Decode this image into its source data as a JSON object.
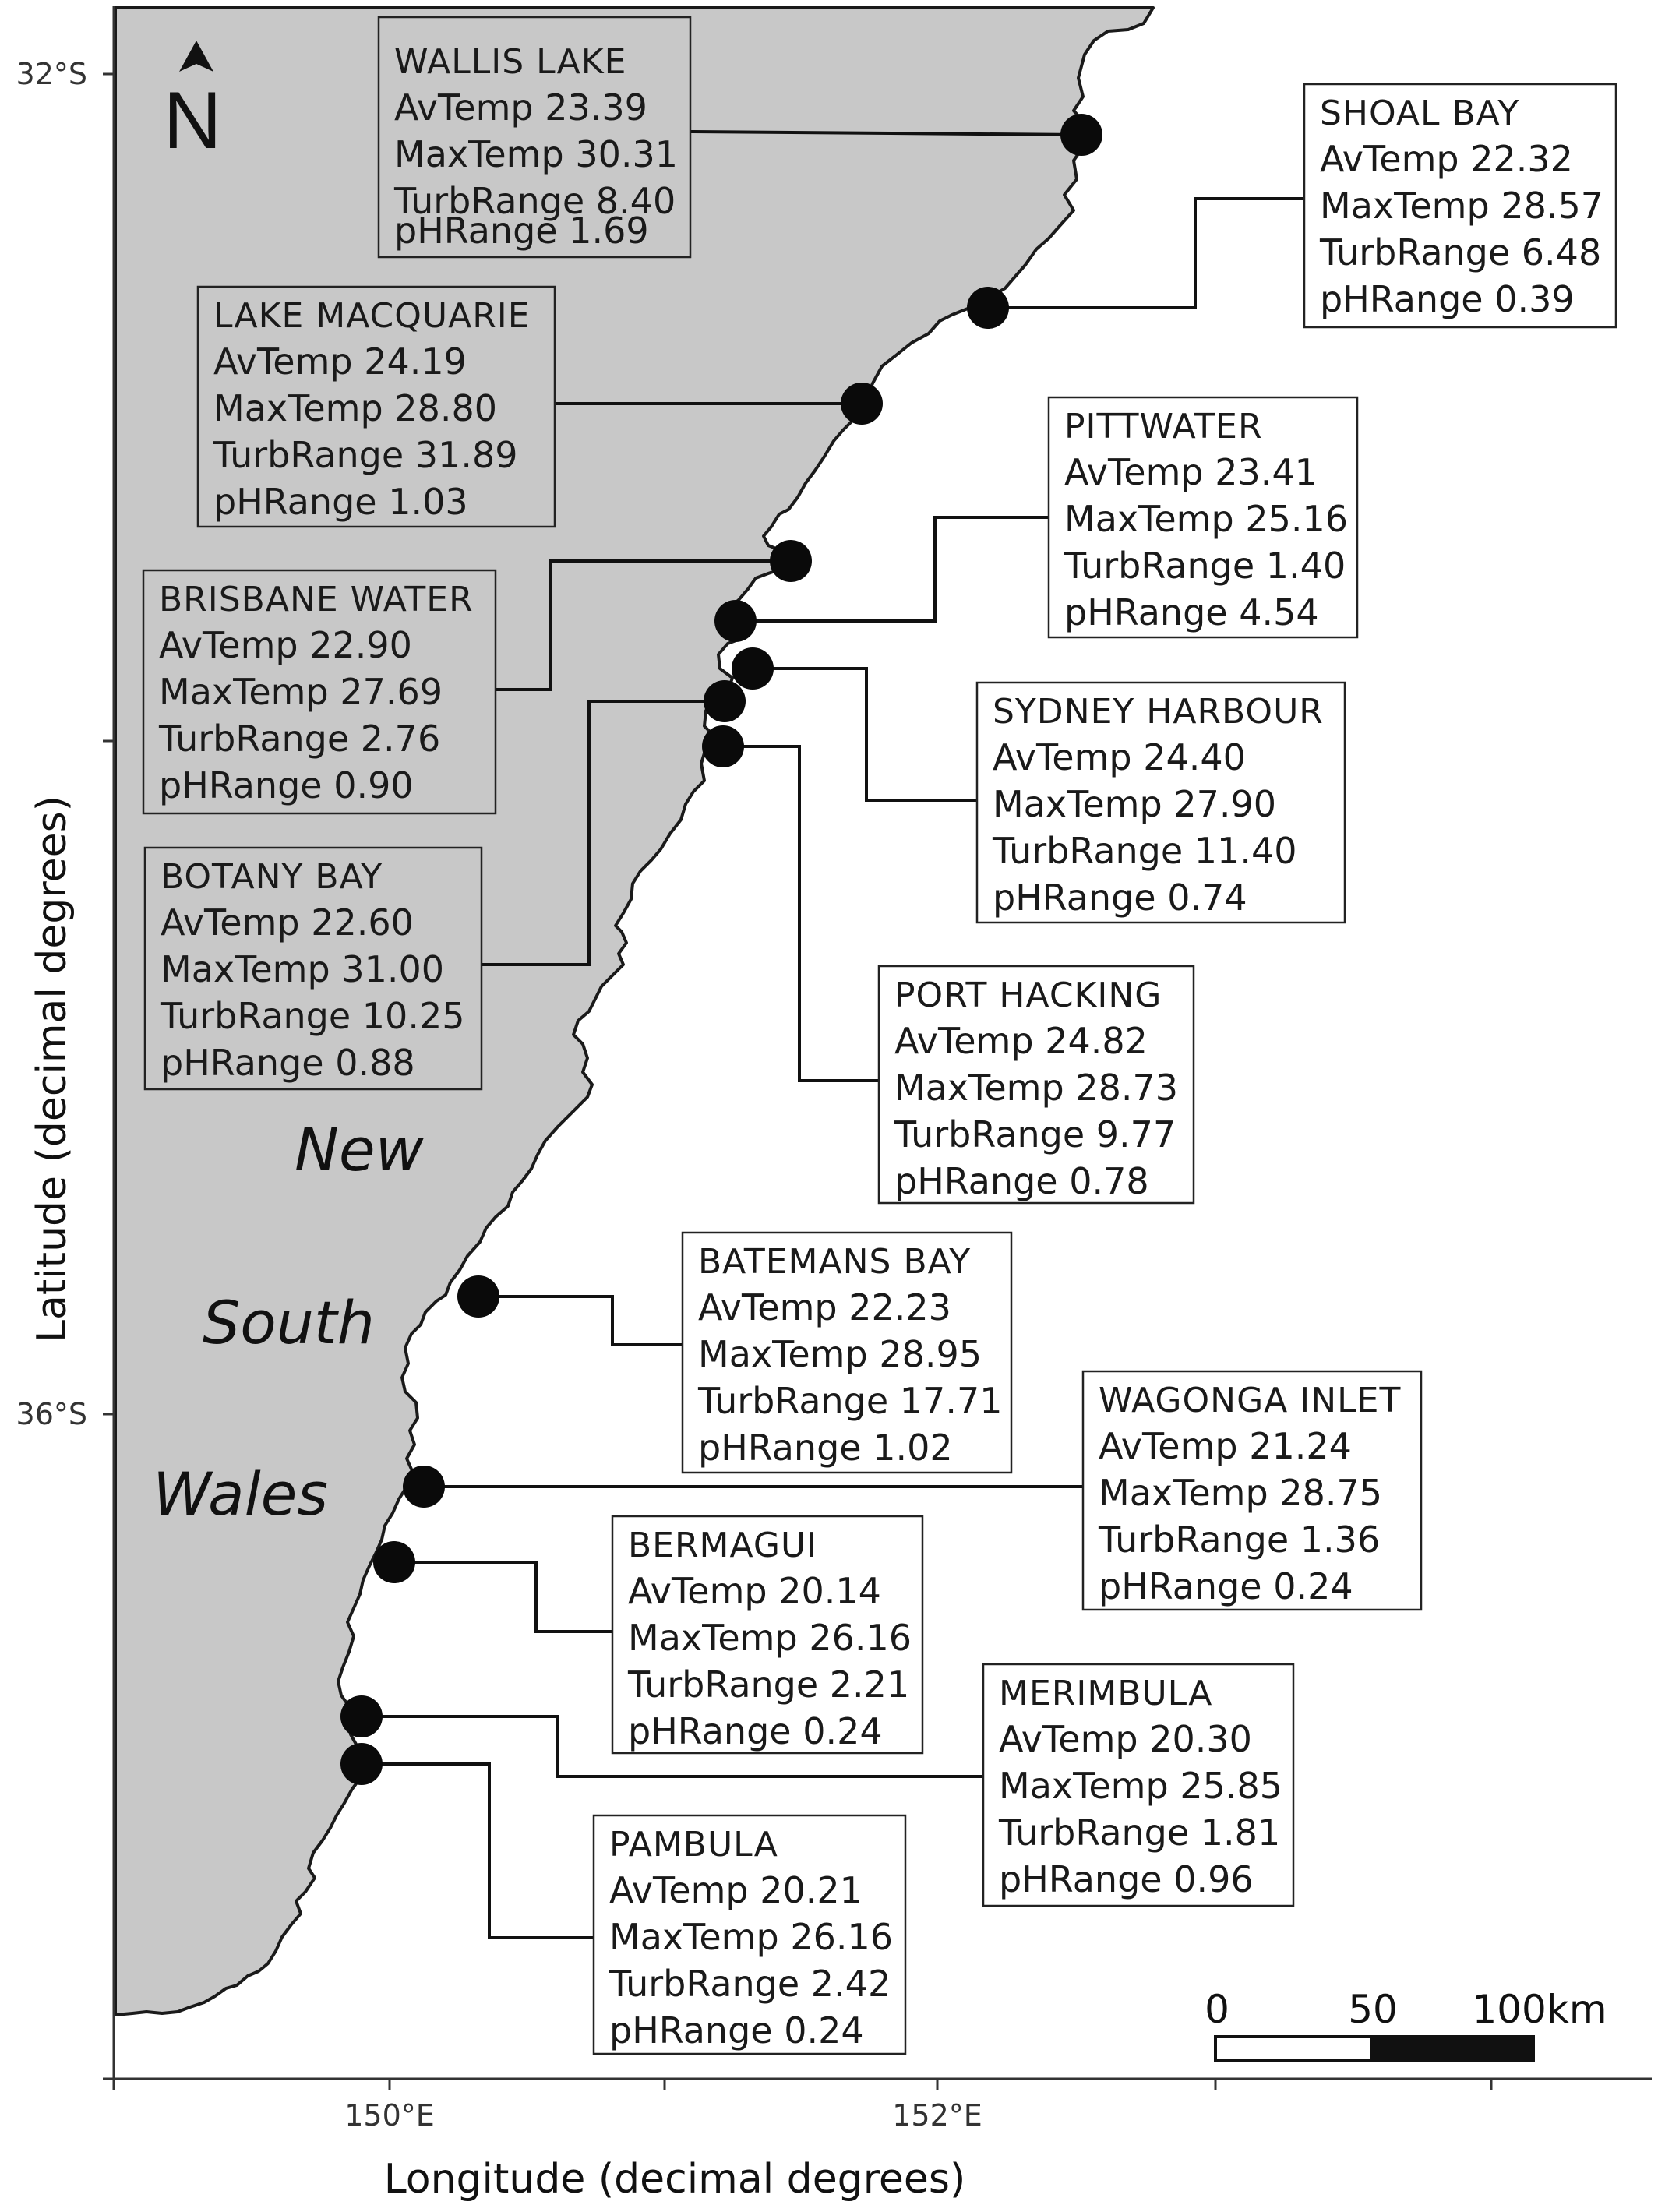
{
  "map": {
    "region_words": [
      "New",
      "South",
      "Wales"
    ],
    "north_arrow_label": "N",
    "x_axis_title": "Longitude (decimal degrees)",
    "y_axis_title": "Latitude (decimal degrees)",
    "x_ticks": [
      "150°E",
      "152°E"
    ],
    "y_ticks": [
      "32°S",
      "36°S"
    ],
    "scale_bar": {
      "labels": [
        "0",
        "50",
        "100km"
      ]
    },
    "land_color": "#c8c8c8",
    "sea_color": "#ffffff"
  },
  "sites": [
    {
      "name": "WALLIS LAKE",
      "avtemp": "AvTemp 23.39",
      "maxtemp": "MaxTemp 30.31",
      "turb": "TurbRange 8.40",
      "ph": "pHRange 1.69"
    },
    {
      "name": "SHOAL BAY",
      "avtemp": "AvTemp 22.32",
      "maxtemp": "MaxTemp 28.57",
      "turb": "TurbRange 6.48",
      "ph": "pHRange 0.39"
    },
    {
      "name": "LAKE MACQUARIE",
      "avtemp": "AvTemp 24.19",
      "maxtemp": "MaxTemp 28.80",
      "turb": "TurbRange 31.89",
      "ph": "pHRange 1.03"
    },
    {
      "name": "PITTWATER",
      "avtemp": "AvTemp 23.41",
      "maxtemp": "MaxTemp 25.16",
      "turb": "TurbRange 1.40",
      "ph": "pHRange 4.54"
    },
    {
      "name": "BRISBANE WATER",
      "avtemp": "AvTemp 22.90",
      "maxtemp": "MaxTemp 27.69",
      "turb": "TurbRange 2.76",
      "ph": "pHRange 0.90"
    },
    {
      "name": "SYDNEY HARBOUR",
      "avtemp": "AvTemp 24.40",
      "maxtemp": "MaxTemp 27.90",
      "turb": "TurbRange 11.40",
      "ph": "pHRange 0.74"
    },
    {
      "name": "BOTANY BAY",
      "avtemp": "AvTemp 22.60",
      "maxtemp": "MaxTemp 31.00",
      "turb": "TurbRange 10.25",
      "ph": "pHRange 0.88"
    },
    {
      "name": "PORT HACKING",
      "avtemp": "AvTemp 24.82",
      "maxtemp": "MaxTemp 28.73",
      "turb": "TurbRange 9.77",
      "ph": "pHRange 0.78"
    },
    {
      "name": "BATEMANS BAY",
      "avtemp": "AvTemp 22.23",
      "maxtemp": "MaxTemp 28.95",
      "turb": "TurbRange 17.71",
      "ph": "pHRange 1.02"
    },
    {
      "name": "WAGONGA INLET",
      "avtemp": "AvTemp 21.24",
      "maxtemp": "MaxTemp 28.75",
      "turb": "TurbRange 1.36",
      "ph": "pHRange 0.24"
    },
    {
      "name": "BERMAGUI",
      "avtemp": "AvTemp 20.14",
      "maxtemp": "MaxTemp 26.16",
      "turb": "TurbRange 2.21",
      "ph": "pHRange 0.24"
    },
    {
      "name": "MERIMBULA",
      "avtemp": "AvTemp 20.30",
      "maxtemp": "MaxTemp 25.85",
      "turb": "TurbRange 1.81",
      "ph": "pHRange 0.96"
    },
    {
      "name": "PAMBULA",
      "avtemp": "AvTemp 20.21",
      "maxtemp": "MaxTemp 26.16",
      "turb": "TurbRange 2.42",
      "ph": "pHRange 0.24"
    }
  ]
}
